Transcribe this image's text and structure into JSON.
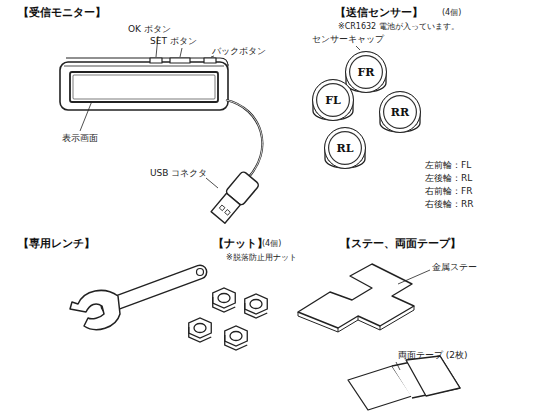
{
  "diagram": {
    "nodes": [
      {
        "text": [
          "FR"
        ]
      },
      {
        "text": [
          "FL"
        ]
      },
      {
        "text": [
          "RR"
        ]
      },
      {
        "text": [
          "RL"
        ]
      }
    ],
    "labels": [
      "【受信モニター】",
      "OK ボタン",
      "SET ボタン",
      "バックボタン",
      "表示画面",
      "USB コネクタ",
      "【送信センサー】",
      "(4個)",
      "※CR1632 電池が入っています。",
      "センサーキャップ",
      "左前輪：FL",
      "左後輪：RL",
      "右前輪：FR",
      "右後輪：RR",
      "【専用レンチ】",
      "【ナット】",
      "(4個)",
      "※脱落防止用ナット",
      "【ステー、両面テープ】",
      "金属ステー",
      "両面テープ (2枚)"
    ]
  }
}
